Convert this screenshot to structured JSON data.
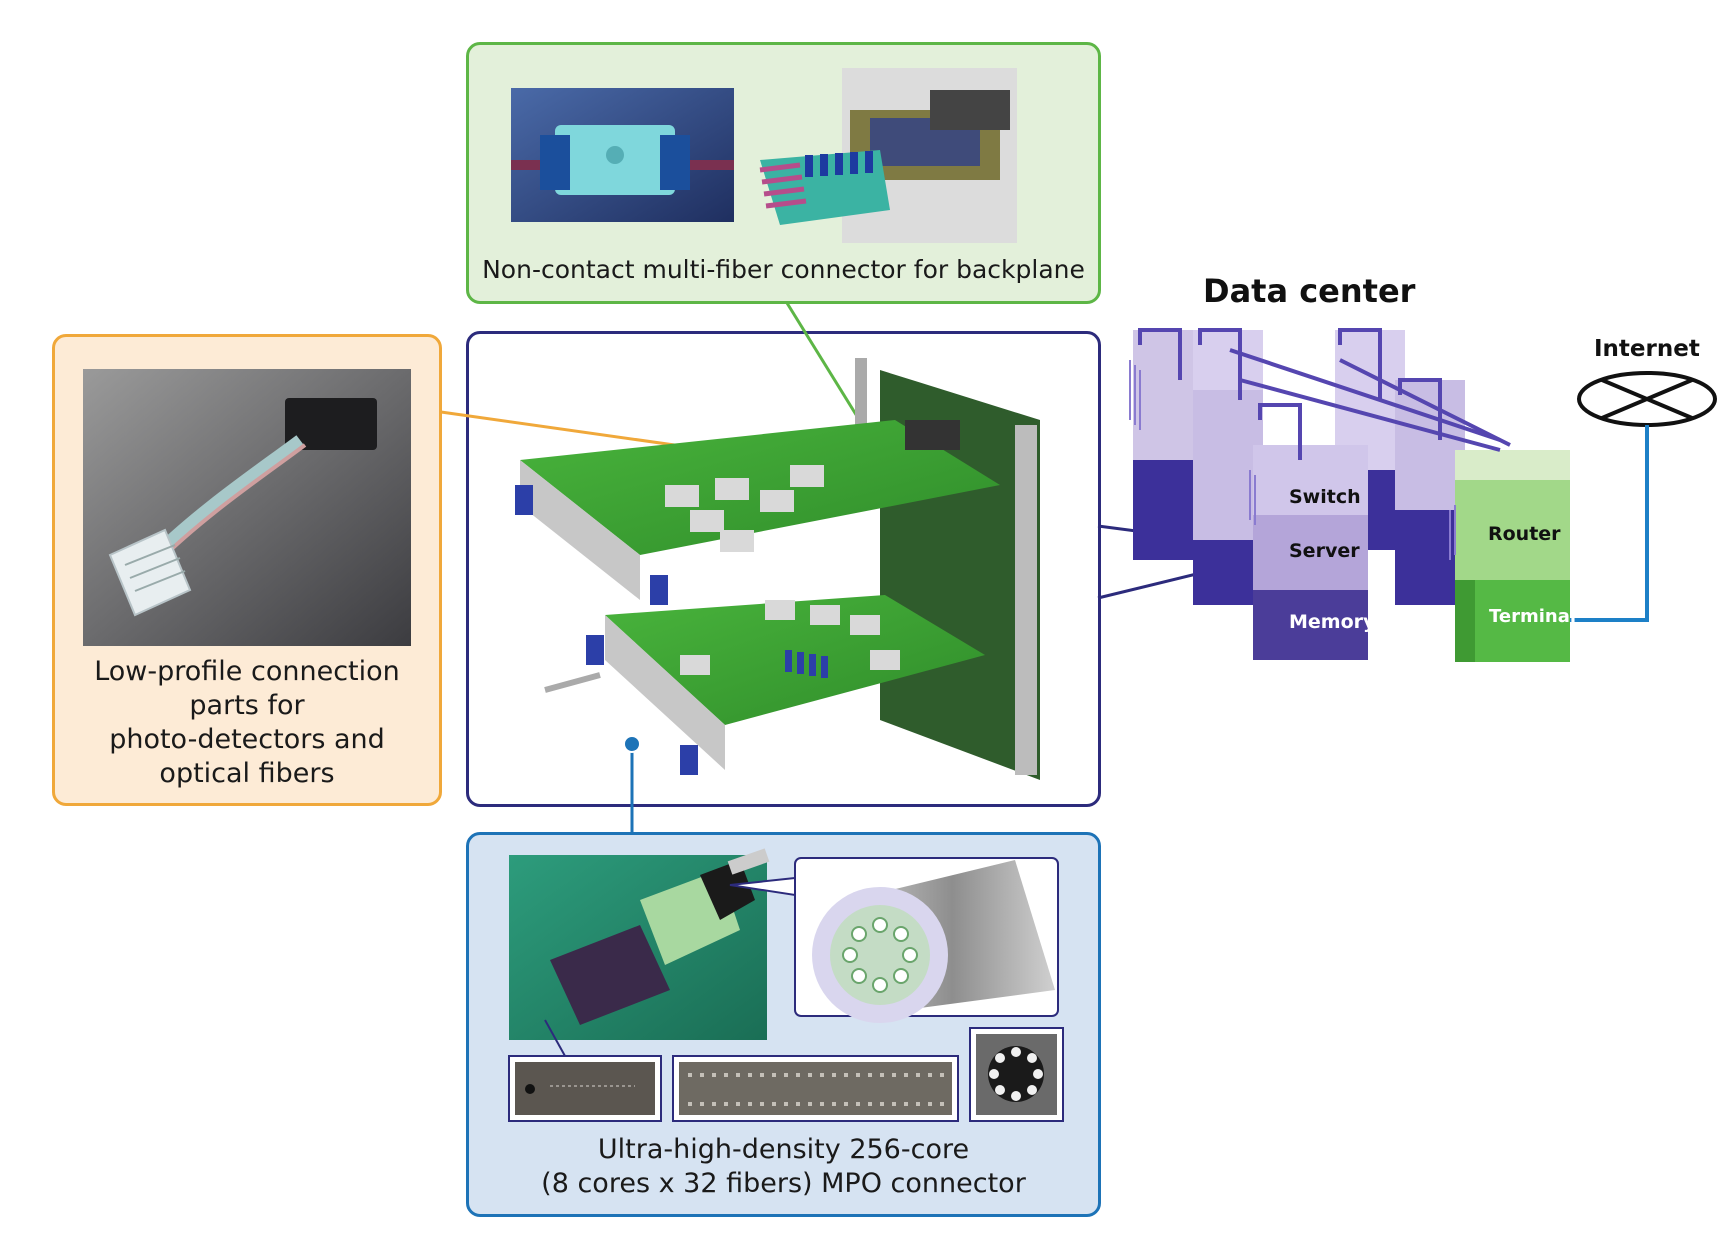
{
  "colors": {
    "green_panel_border": "#5db646",
    "green_panel_fill": "#e3f0da",
    "orange_panel_border": "#f0a83a",
    "orange_panel_fill": "#fdebd6",
    "navy_panel_border": "#2c2b7c",
    "blue_panel_border": "#1d73b7",
    "blue_panel_fill": "#d6e3f2",
    "server_purple": "#4b3d99",
    "server_light": "#b9a9d9",
    "router_green": "#55b945",
    "internet_line": "#1d80c7"
  },
  "panels": {
    "backplane": {
      "caption": "Non-contact multi-fiber connector for backplane"
    },
    "lowprofile": {
      "caption_lines": [
        "Low-profile connection",
        "parts for",
        "photo-detectors and",
        "optical fibers"
      ]
    },
    "mpo": {
      "caption_lines": [
        "Ultra-high-density 256-core",
        "(8 cores x 32 fibers) MPO connector"
      ]
    }
  },
  "data_center": {
    "title": "Data center",
    "labels": {
      "switch": "Switch",
      "server": "Server",
      "memory": "Memory",
      "router": "Router",
      "terminal": "Terminal"
    }
  },
  "internet": {
    "label": "Internet",
    "icon": "internet-cloud-icon"
  }
}
